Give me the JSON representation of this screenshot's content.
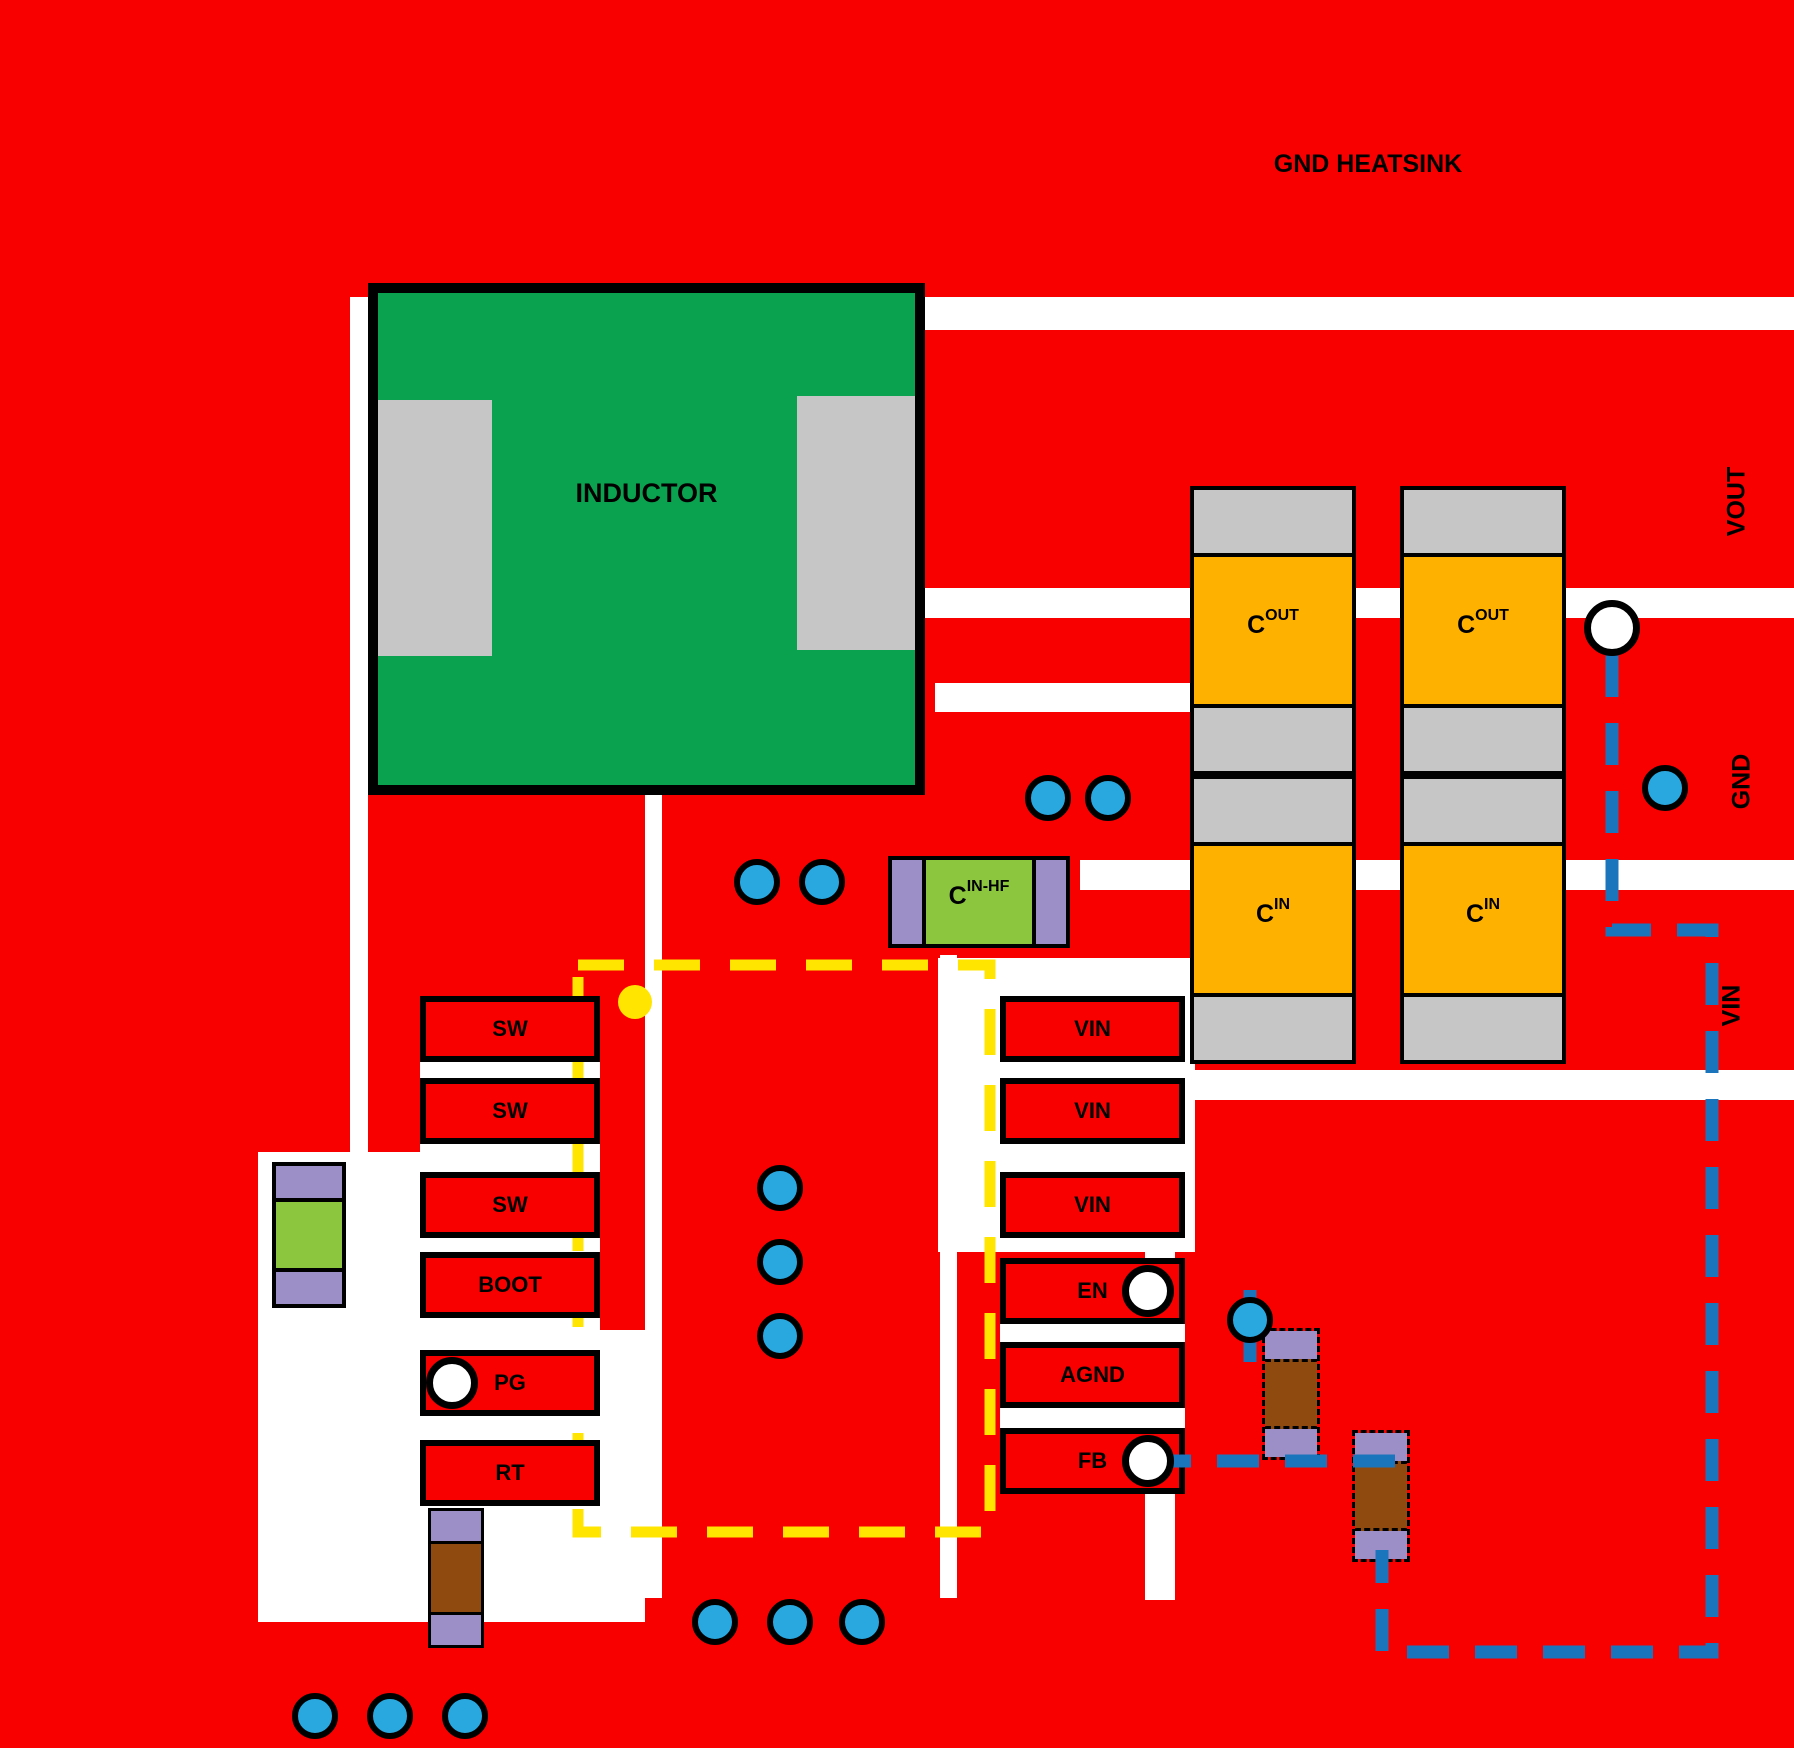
{
  "labels": {
    "gnd_heatsink": "GND HEATSINK",
    "inductor": "INDUCTOR",
    "vout": "VOUT",
    "gnd": "GND",
    "vin": "VIN"
  },
  "components": {
    "cout": {
      "symbol": "C",
      "subscript": "OUT"
    },
    "cin": {
      "symbol": "C",
      "subscript": "IN"
    },
    "cin_hf": {
      "symbol": "C",
      "subscript": "IN-HF"
    }
  },
  "ic_pins": {
    "left": [
      "SW",
      "SW",
      "SW",
      "BOOT",
      "PG",
      "RT"
    ],
    "right": [
      "VIN",
      "VIN",
      "VIN",
      "EN",
      "AGND",
      "FB"
    ]
  },
  "colors": {
    "copper_red": "#F80000",
    "gap_white": "#FFFFFF",
    "inductor_green": "#0AA14F",
    "pad_gray": "#C6C6C6",
    "capacitor_orange": "#FFB100",
    "capacitor_green": "#8CC63E",
    "pad_purple": "#9C8FC7",
    "resistor_brown": "#8F4A0F",
    "via_blue": "#29A8E0",
    "trace_blue": "#1B75BC",
    "ic_outline_yellow": "#FFE500"
  }
}
